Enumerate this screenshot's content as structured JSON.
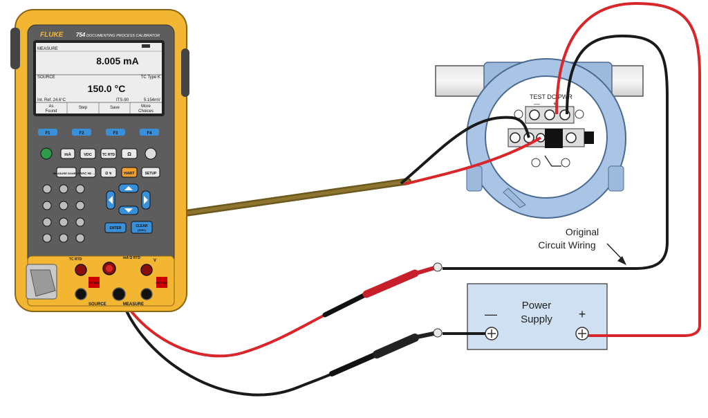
{
  "calibrator": {
    "brand": "FLUKE",
    "model": "754",
    "subtitle": "DOCUMENTING PROCESS CALIBRATOR",
    "screen": {
      "measure_label": "MEASURE",
      "measure_value": "8.005 mA",
      "source_label": "SOURCE",
      "source_type": "TC Type K",
      "source_value": "150.0 °C",
      "int_ref": "Int. Ref. 24.6°C",
      "its": "ITS-90",
      "mv": "5.154mV",
      "softkeys": [
        {
          "line1": "As",
          "line2": "Found"
        },
        {
          "line1": "Step",
          "line2": ""
        },
        {
          "line1": "Save",
          "line2": ""
        },
        {
          "line1": "More",
          "line2": "Choices"
        }
      ]
    },
    "fkeys": [
      "F1",
      "F2",
      "F3",
      "F4"
    ],
    "keys_row1": [
      "mA",
      "VDC",
      "TC RTD",
      "Ω"
    ],
    "keys_row2": [
      "MEASURE SOURCE",
      "VAC Hz ↔",
      "Ω ↯",
      "HART",
      "SETUP"
    ],
    "enter_label": "ENTER",
    "clear_label": "CLEAR",
    "clear_sub": "(ZERO)",
    "jack_labels": {
      "tc_rtd": "TC RTD",
      "ma_rtd": "mA Ω RTD",
      "v": "V",
      "source": "SOURCE",
      "measure": "MEASURE",
      "max30v": "30V MAX",
      "cat2": "CAT II 300V"
    }
  },
  "transmitter": {
    "test_label": "TEST DC PWR",
    "minus": "—",
    "plus": "+"
  },
  "power_supply": {
    "line1": "Power",
    "line2": "Supply",
    "minus": "—",
    "plus": "+"
  },
  "annotation": {
    "line1": "Original",
    "line2": "Circuit Wiring"
  },
  "colors": {
    "case_yellow": "#F2B632",
    "wire_red": "#D9262B",
    "wire_black": "#1A1A1A",
    "wire_olive": "#7A6420",
    "transmitter_blue": "#A9C4E4",
    "psu_blue": "#CFE0F2"
  }
}
